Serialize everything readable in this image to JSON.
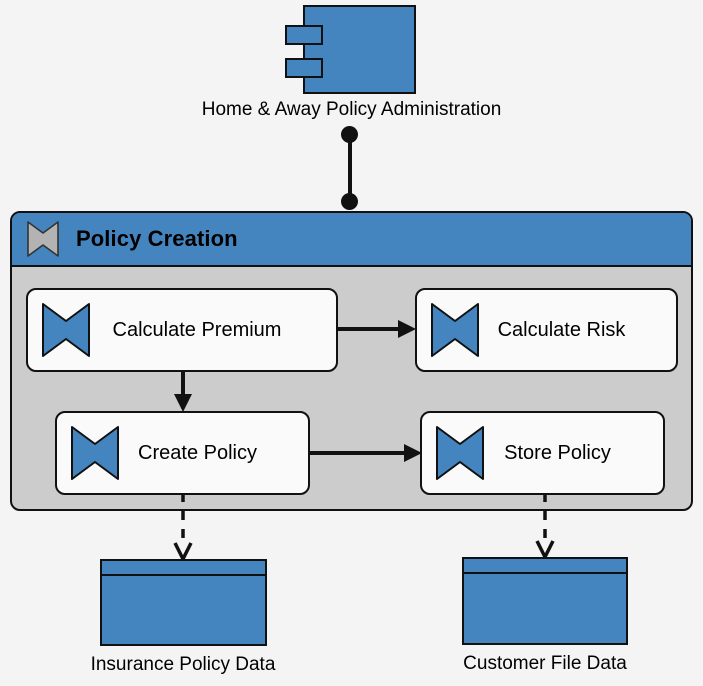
{
  "diagram": {
    "type": "archimate-business-process",
    "background_color": "#f4f4f4",
    "accent_color": "#4485bf",
    "group_fill_color": "#cccccc",
    "process_fill_color": "#fafafa",
    "line_color": "#111111"
  },
  "component": {
    "label": "Home & Away Policy Administration",
    "icon": "component-icon",
    "color": "#4485bf"
  },
  "assignment_connector": {
    "name": "assignment-relationship",
    "style": "ball-and-line"
  },
  "group": {
    "title": "Policy Creation",
    "icon": "process-chevron-icon",
    "header_color": "#4485bf",
    "body_color": "#cccccc"
  },
  "processes": [
    {
      "id": "calculate-premium",
      "label": "Calculate Premium",
      "icon": "process-chevron-icon"
    },
    {
      "id": "calculate-risk",
      "label": "Calculate Risk",
      "icon": "process-chevron-icon"
    },
    {
      "id": "create-policy",
      "label": "Create Policy",
      "icon": "process-chevron-icon"
    },
    {
      "id": "store-policy",
      "label": "Store Policy",
      "icon": "process-chevron-icon"
    }
  ],
  "data_objects": [
    {
      "id": "insurance-policy-data",
      "label": "Insurance Policy Data",
      "color": "#4485bf"
    },
    {
      "id": "customer-file-data",
      "label": "Customer File Data",
      "color": "#4485bf"
    }
  ],
  "relationships": [
    {
      "from": "Home & Away Policy Administration",
      "to": "Policy Creation",
      "type": "assignment"
    },
    {
      "from": "Calculate Premium",
      "to": "Calculate Risk",
      "type": "triggering"
    },
    {
      "from": "Calculate Premium",
      "to": "Create Policy",
      "type": "triggering"
    },
    {
      "from": "Create Policy",
      "to": "Store Policy",
      "type": "triggering"
    },
    {
      "from": "Create Policy",
      "to": "Insurance Policy Data",
      "type": "access"
    },
    {
      "from": "Store Policy",
      "to": "Customer File Data",
      "type": "access"
    }
  ]
}
